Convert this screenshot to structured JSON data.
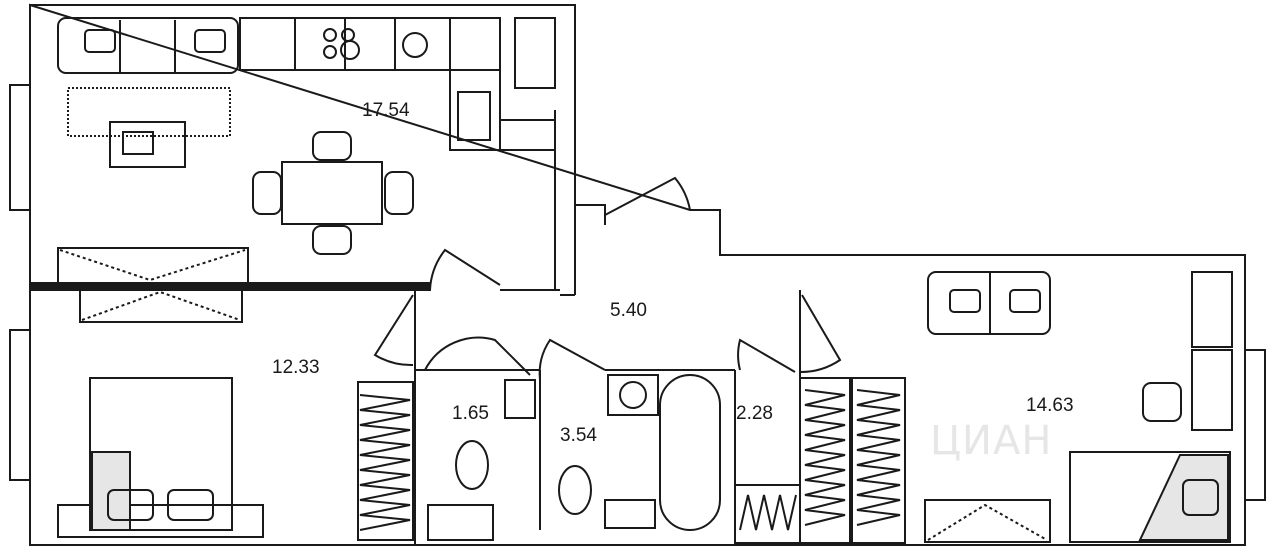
{
  "rooms": {
    "kitchen_living": "17.54",
    "hall": "5.40",
    "bedroom_left": "12.33",
    "toilet": "1.65",
    "bathroom": "3.54",
    "wardrobe": "2.28",
    "bedroom_right": "14.63"
  },
  "watermark": "ЦИАН",
  "colors": {
    "wall": "#1a1a1a",
    "fill": "#e6e6e6",
    "bg": "#ffffff"
  }
}
